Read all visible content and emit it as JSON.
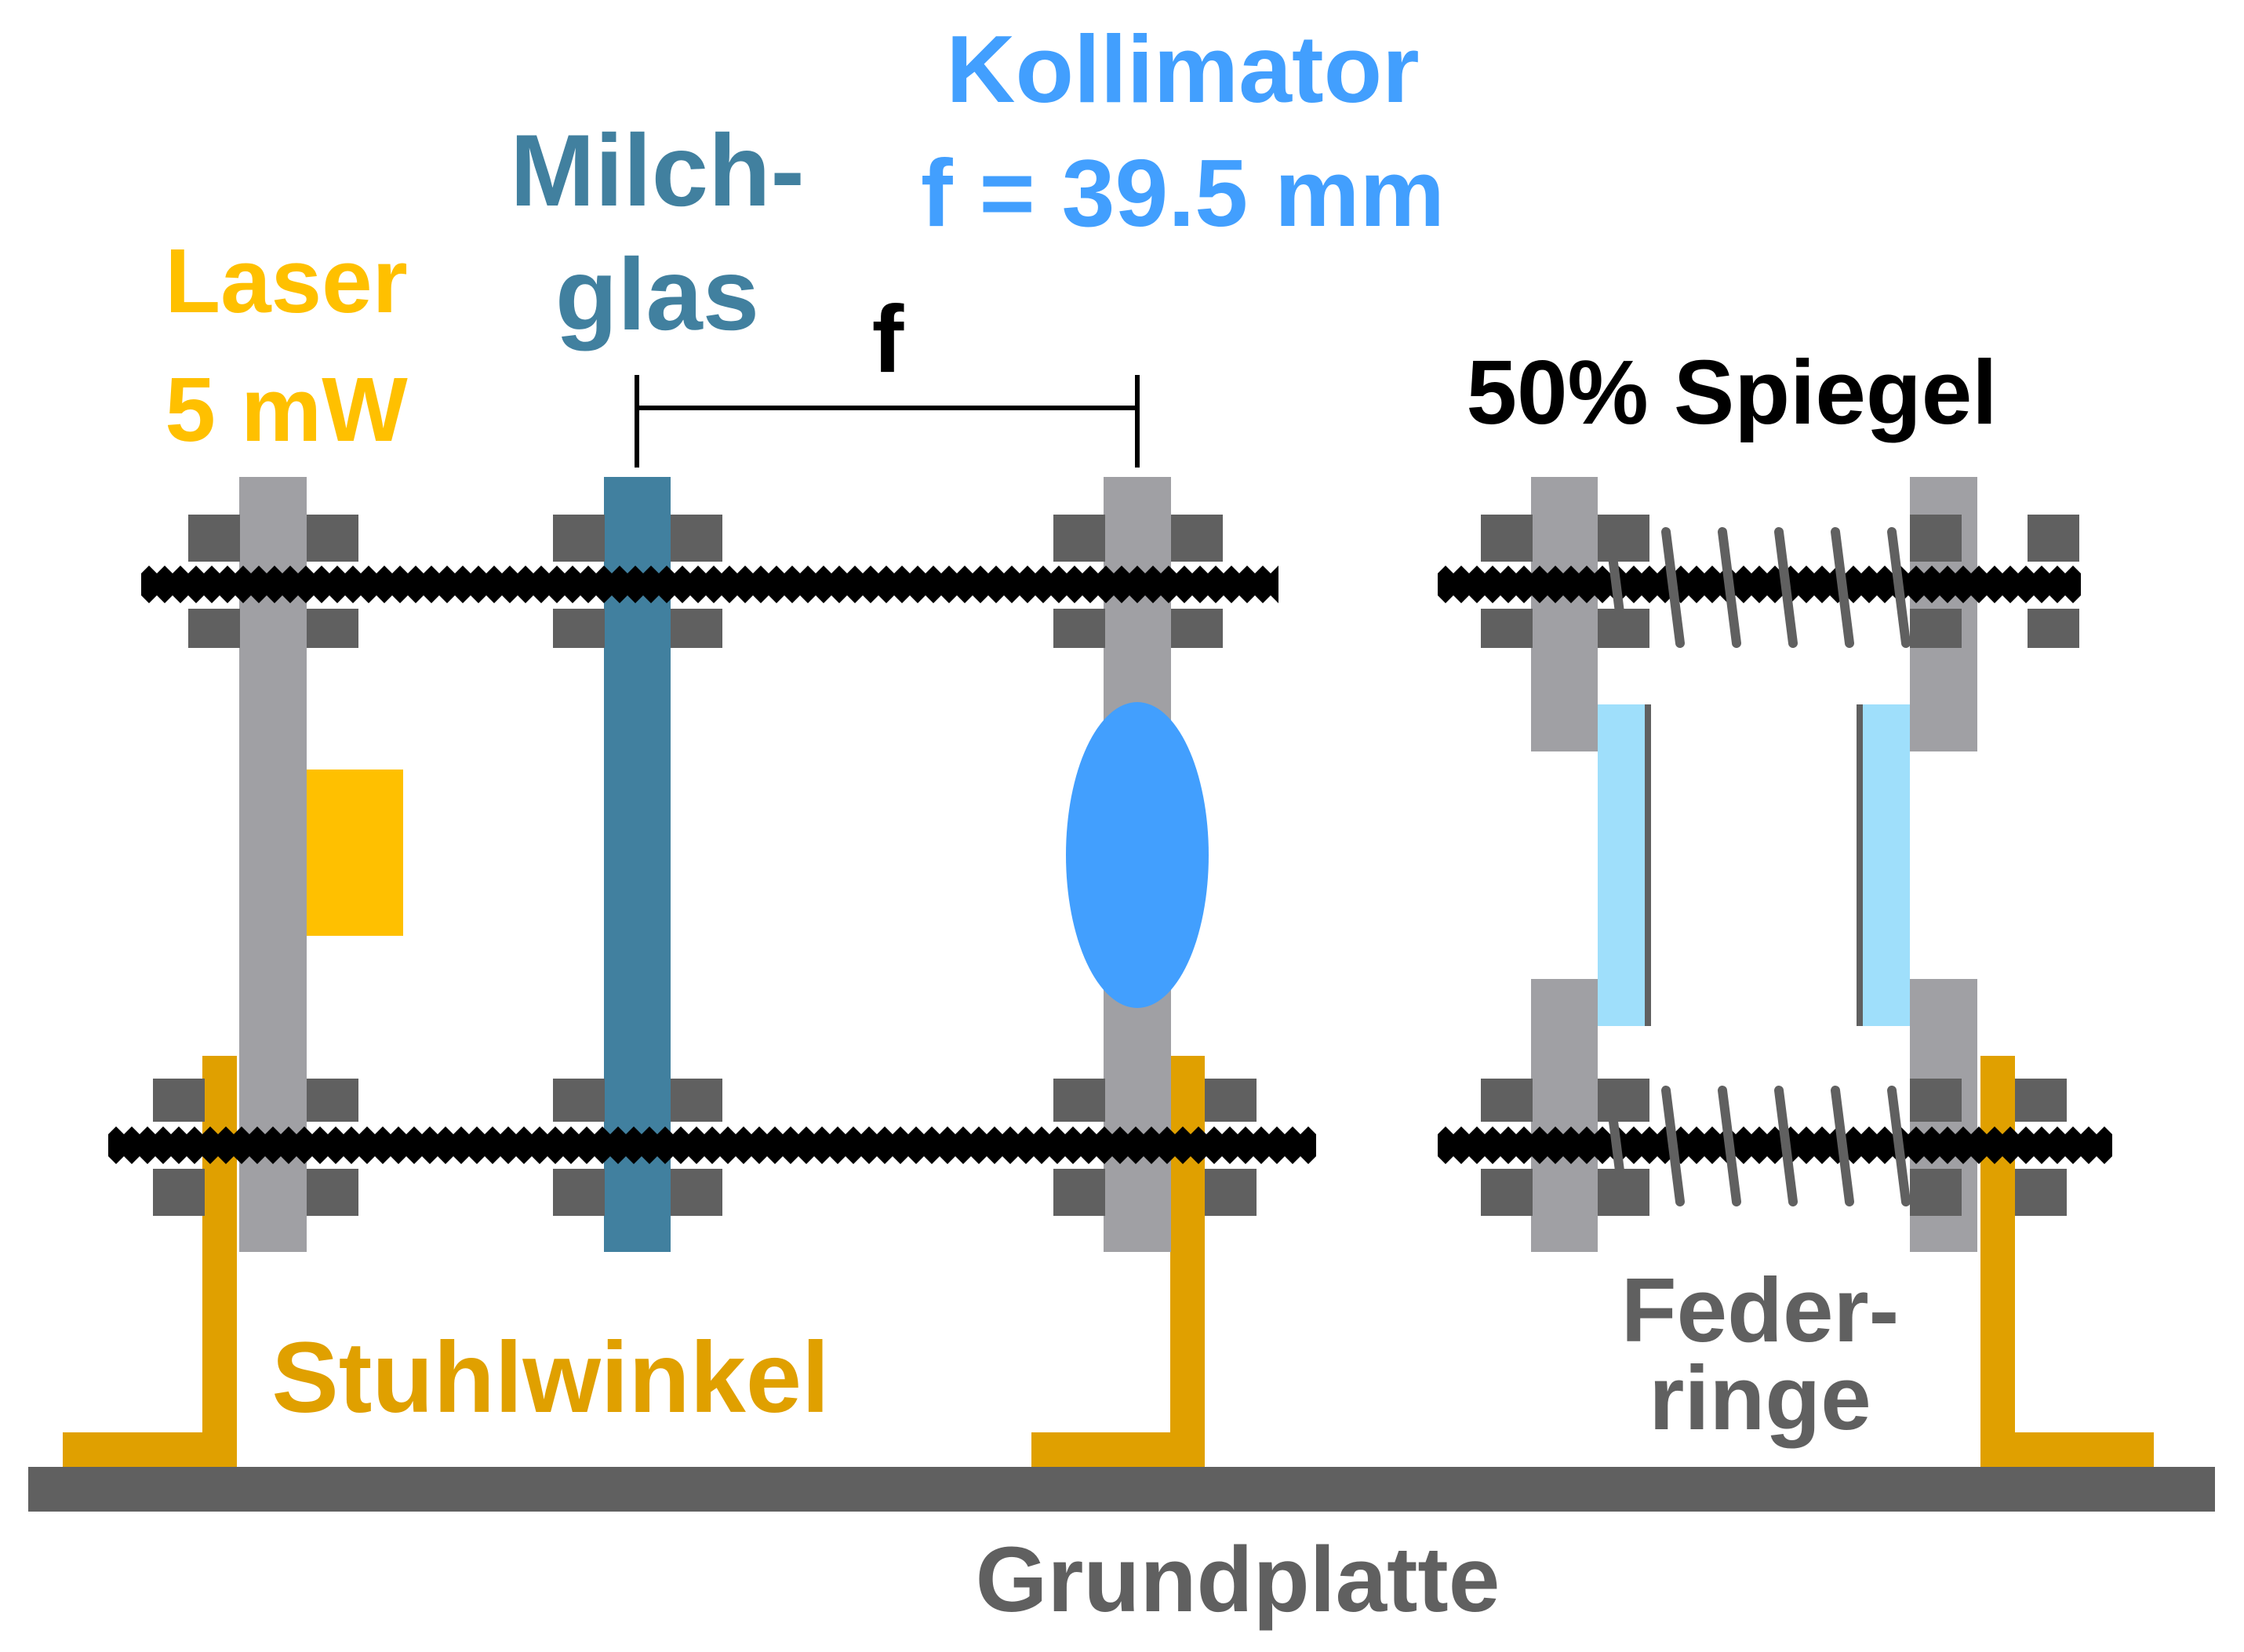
{
  "labels": {
    "laser_line1": "Laser",
    "laser_line2": "5 mW",
    "milchglas_line1": "Milch-",
    "milchglas_line2": "glas",
    "kollimator_line1": "Kollimator",
    "kollimator_line2": "f = 39.5 mm",
    "focal_f": "f",
    "spiegel": "50% Spiegel",
    "stuhlwinkel": "Stuhlwinkel",
    "feder_line1": "Feder-",
    "feder_line2": "ringe",
    "grundplatte": "Grundplatte"
  },
  "colors": {
    "laser": "#ffc000",
    "bracket": "#e0a000",
    "milchglas": "#41809f",
    "kollimator": "#429ffe",
    "mirror_glass": "#9fdffb",
    "post": "#a0a0a4",
    "nut": "#606060",
    "rod": "#000000",
    "spring": "#606060",
    "baseplate": "#606060",
    "text_dark": "#000000",
    "text_gray": "#606060"
  }
}
